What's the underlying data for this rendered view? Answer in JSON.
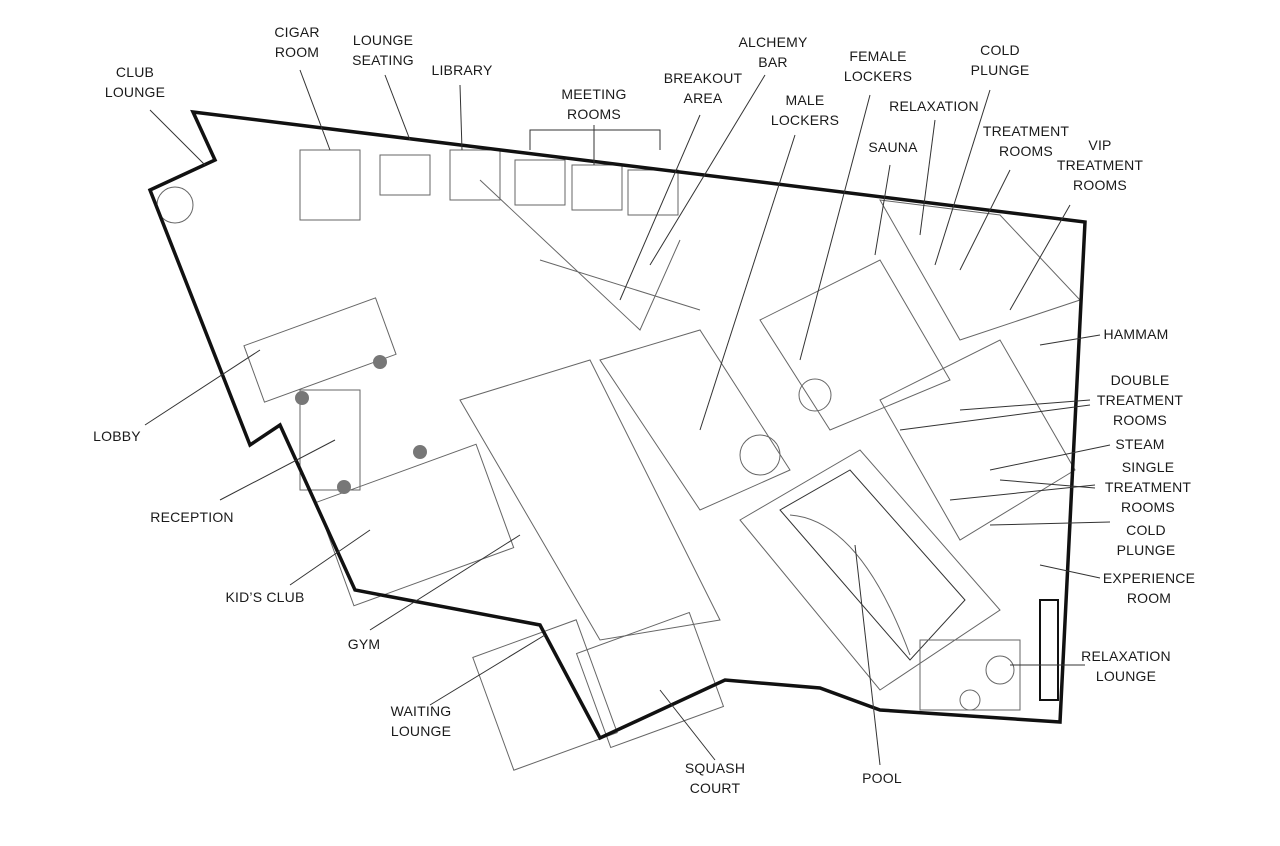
{
  "title": "Floor plan",
  "colors": {
    "wall": "#111111",
    "line": "#555555",
    "fill": "#777777"
  },
  "labels": {
    "club_lounge": "CLUB\nLOUNGE",
    "cigar_room": "CIGAR\nROOM",
    "lounge_seating": "LOUNGE\nSEATING",
    "library": "LIBRARY",
    "meeting_rooms": "MEETING\nROOMS",
    "breakout_area": "BREAKOUT\nAREA",
    "alchemy_bar": "ALCHEMY\nBAR",
    "male_lockers": "MALE\nLOCKERS",
    "female_lockers": "FEMALE\nLOCKERS",
    "cold_plunge_top": "COLD\nPLUNGE",
    "relaxation": "RELAXATION",
    "sauna": "SAUNA",
    "treatment_rooms": "TREATMENT\nROOMS",
    "vip_treatment_rooms": "VIP\nTREATMENT\nROOMS",
    "hammam": "HAMMAM",
    "double_treatment_rooms": "DOUBLE\nTREATMENT\nROOMS",
    "steam": "STEAM",
    "single_treatment_rooms": "SINGLE\nTREATMENT\nROOMS",
    "cold_plunge_right": "COLD\nPLUNGE",
    "experience_room": "EXPERIENCE\nROOM",
    "relaxation_lounge": "RELAXATION\nLOUNGE",
    "pool": "POOL",
    "squash_court": "SQUASH\nCOURT",
    "waiting_lounge": "WAITING\nLOUNGE",
    "gym": "GYM",
    "kids_club": "KID’S CLUB",
    "reception": "RECEPTION",
    "lobby": "LOBBY"
  }
}
